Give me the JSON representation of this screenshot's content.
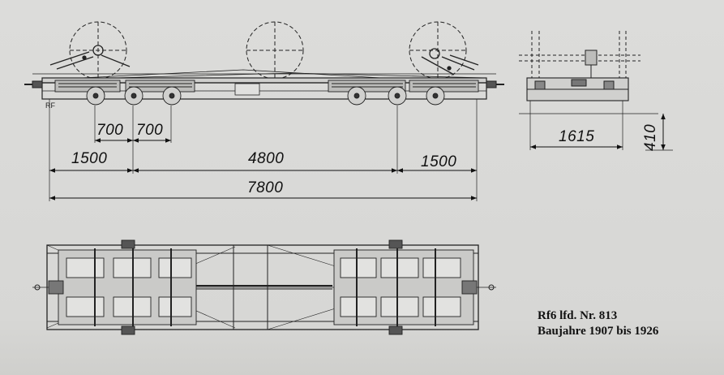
{
  "drawing": {
    "marker": "RF",
    "side_view": {
      "dims": {
        "axle_spacing_left": "700",
        "axle_spacing_right": "700",
        "overhang_left": "1500",
        "bogie_centers": "4800",
        "overhang_right": "1500",
        "overall_length": "7800"
      }
    },
    "end_view": {
      "dims": {
        "width": "1615",
        "height": "410"
      }
    }
  },
  "caption": {
    "line1": "Rf6  lfd. Nr. 813",
    "line2": "Baujahre 1907 bis 1926"
  },
  "colors": {
    "background": "#d9d9d7",
    "ink": "#111111"
  }
}
